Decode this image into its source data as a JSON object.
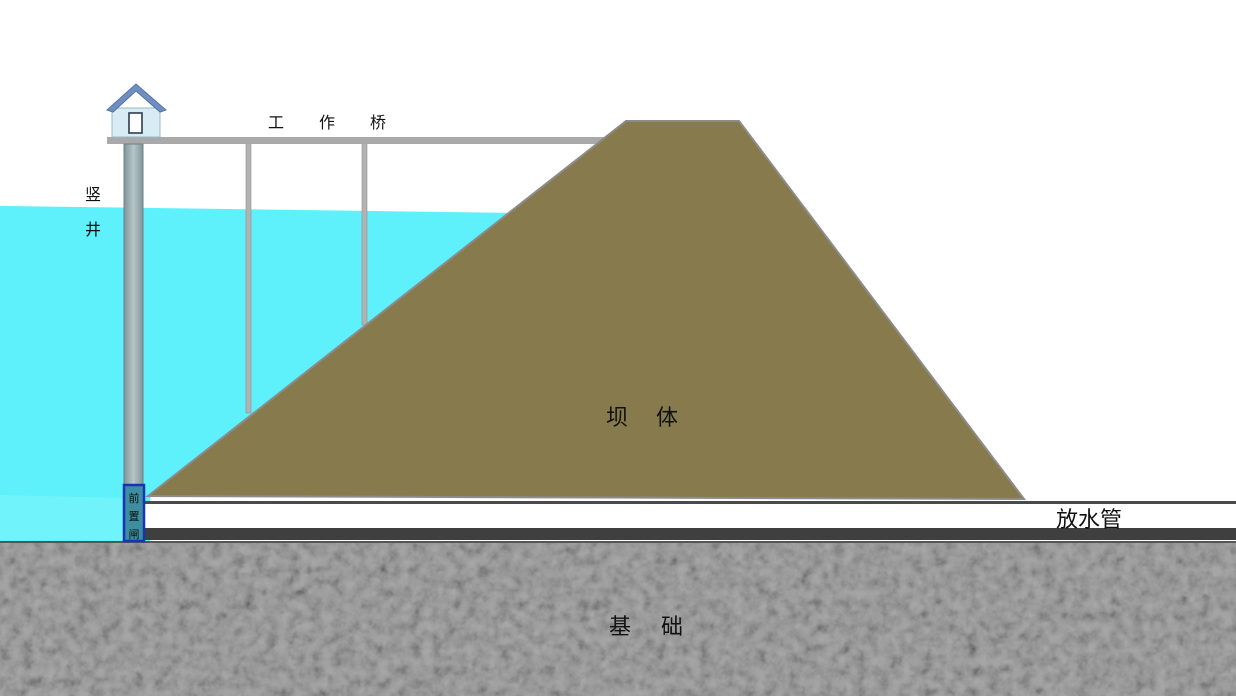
{
  "labels": {
    "bridge_chars": [
      "工",
      "作",
      "桥"
    ],
    "shaft_chars": [
      "竖",
      "井"
    ],
    "gate_chars": [
      "前",
      "置",
      "闸"
    ],
    "dam_chars": [
      "坝",
      "体"
    ],
    "pipe": "放水管",
    "foundation_chars": [
      "基",
      "础"
    ]
  },
  "colors": {
    "water": "#5ef0fb",
    "dam": "#877b4d",
    "dam_outline": "#8c8c8c",
    "bridge": "#a9a9a9",
    "shaft": "#8fa3a6",
    "gate_border": "#1733b8",
    "gate_fill": "#3d8ea1",
    "pipe_dark": "#4a4a4a",
    "foundation": "#a6a6a6",
    "house_roof": "#6f8fc0",
    "house_wall": "#d8ecf3"
  },
  "icons": {
    "house": "control-house-icon"
  }
}
